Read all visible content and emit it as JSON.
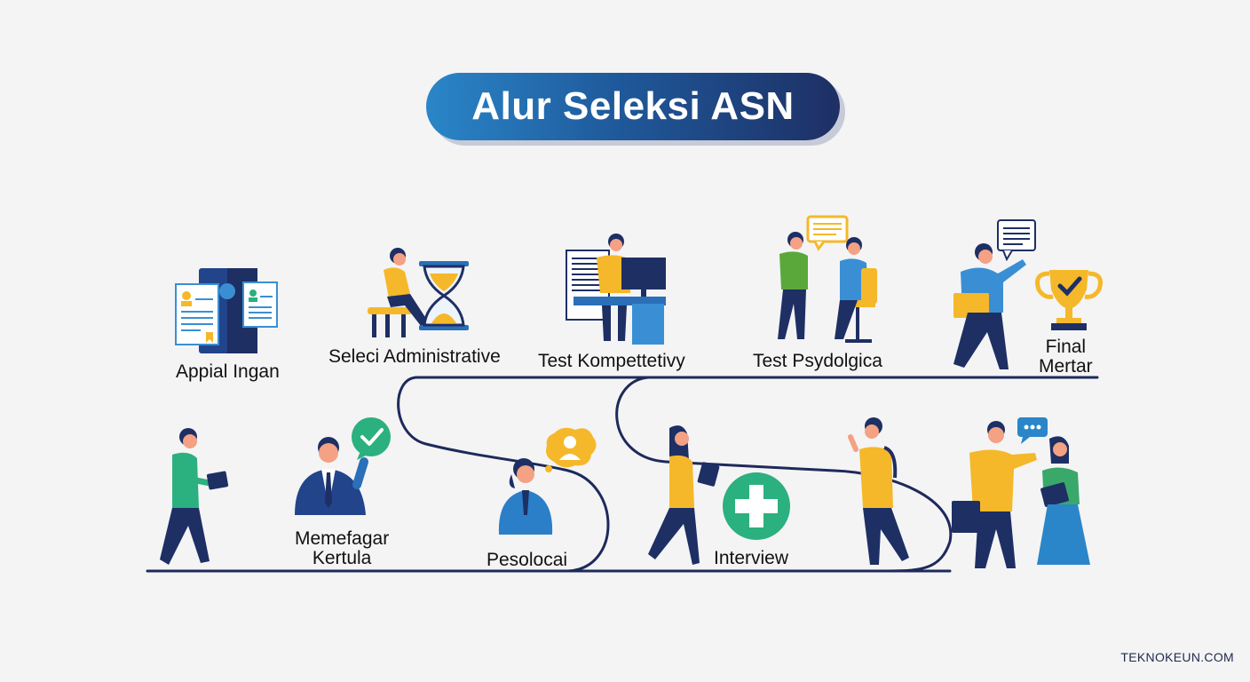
{
  "title": "Alur Seleksi ASN",
  "colors": {
    "navy": "#1e2f64",
    "blue": "#2a86c8",
    "yellow": "#f5b82a",
    "green": "#2bb07f",
    "background": "#f4f4f5"
  },
  "top_row": [
    {
      "label": "Appial Ingan",
      "icon": "documents-icon"
    },
    {
      "label": "Seleci Administrative",
      "icon": "hourglass-icon"
    },
    {
      "label": "Test Kompettetivy",
      "icon": "computer-desk-icon"
    },
    {
      "label": "Test Psydolgica",
      "icon": "consultation-icon"
    },
    {
      "label_line1": "Final",
      "label_line2": "Mertar",
      "icon": "trophy-icon"
    }
  ],
  "bottom_row": [
    {
      "label": "",
      "icon": "walking-person-tablet-icon"
    },
    {
      "label_line1": "Memefagar",
      "label_line2": "Kertula",
      "icon": "checkmark-bubble-icon"
    },
    {
      "label": "Pesolocai",
      "icon": "person-thought-icon"
    },
    {
      "label": "Interview",
      "icon": "medical-cross-icon"
    },
    {
      "label": "",
      "icon": "walking-person-backpack-icon"
    },
    {
      "label": "",
      "icon": "people-talking-icon"
    }
  ],
  "watermark": "TEKNOKEUN.COM"
}
